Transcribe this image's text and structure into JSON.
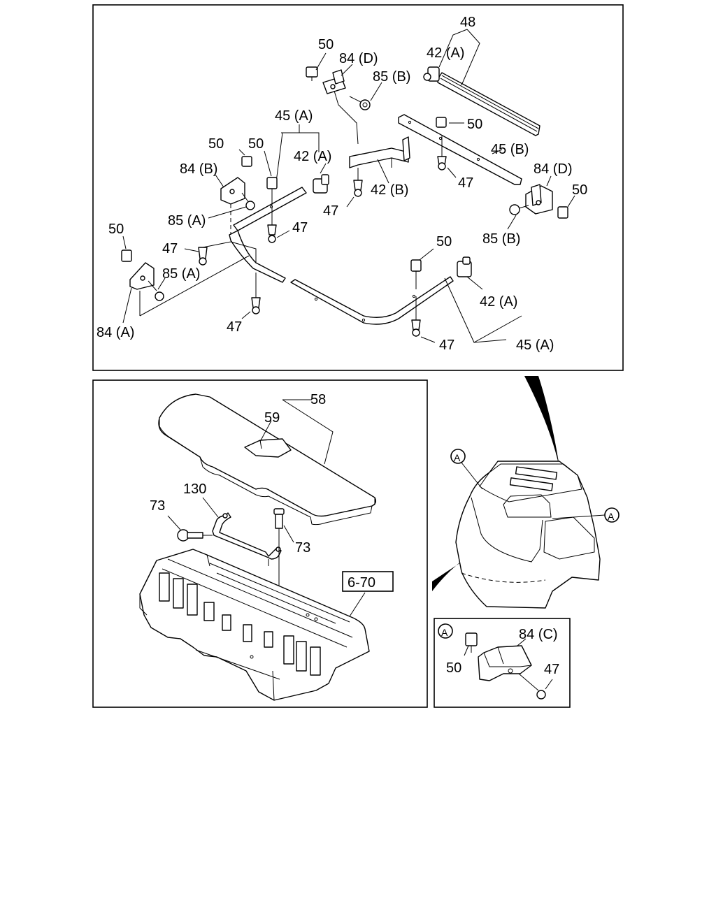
{
  "callouts": {
    "c48": "48",
    "c50_top": "50",
    "c84D_top": "84 (D)",
    "c42A_top": "42 (A)",
    "c85B_top": "85 (B)",
    "c50_rail": "50",
    "c45A_top": "45 (A)",
    "c50_left1": "50",
    "c50_left2": "50",
    "c42A_left": "42 (A)",
    "c45B": "45 (B)",
    "c84D_right": "84 (D)",
    "c50_right": "50",
    "c84B": "84 (B)",
    "c42B": "42 (B)",
    "c47_mid": "47",
    "c47_rail": "47",
    "c85A_upper": "85 (A)",
    "c47_upper": "47",
    "c85B_right": "85 (B)",
    "c50_far_left": "50",
    "c47_left": "47",
    "c85A_lower": "85 (A)",
    "c50_front": "50",
    "c42A_front": "42 (A)",
    "c84A": "84 (A)",
    "c47_bottom": "47",
    "c47_front": "47",
    "c45A_bottom": "45 (A)",
    "c58": "58",
    "c59": "59",
    "c130": "130",
    "c73_left": "73",
    "c73_right": "73",
    "ref_6_70": "6-70",
    "markA_left": "A",
    "markA_right": "A",
    "detail_markA": "A",
    "detail_84C": "84 (C)",
    "detail_50": "50",
    "detail_47": "47"
  }
}
